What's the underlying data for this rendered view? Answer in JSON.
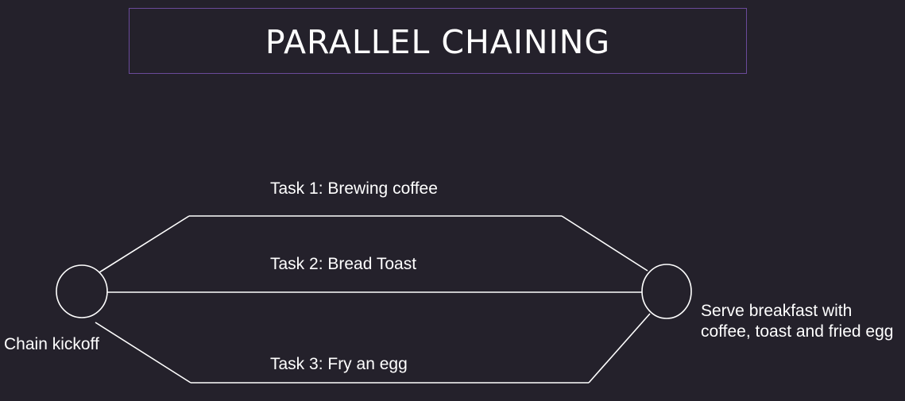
{
  "title": "PARALLEL CHAINING",
  "start_node": {
    "label": "Chain kickoff"
  },
  "end_node": {
    "label": "Serve breakfast with coffee, toast and fried egg"
  },
  "tasks": [
    {
      "label": "Task 1: Brewing coffee"
    },
    {
      "label": "Task 2: Bread Toast"
    },
    {
      "label": "Task 3: Fry an egg"
    }
  ],
  "colors": {
    "background": "#24212b",
    "title_border": "#6a4a9a",
    "stroke": "#ffffff",
    "text": "#ffffff"
  }
}
